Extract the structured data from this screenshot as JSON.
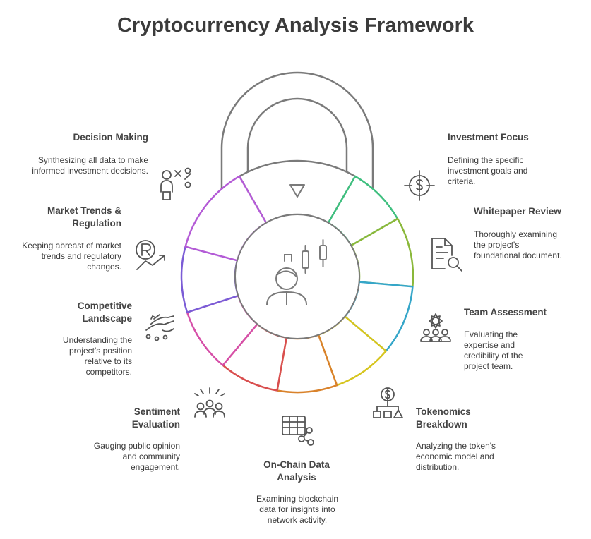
{
  "title": "Cryptocurrency Analysis Framework",
  "colors": {
    "outline": "#7a7a7a",
    "decision": "#b45bd6",
    "market": "#7b5cd6",
    "competitive": "#d64fa8",
    "sentiment": "#d94f4f",
    "onchain": "#d9822b",
    "tokenomics": "#d6c51f",
    "team": "#35a6c9",
    "whitepaper": "#8ab83a",
    "investment": "#3fbf7f"
  },
  "items": {
    "decision": {
      "title": "Decision Making",
      "desc": "Synthesizing all data to make informed investment decisions."
    },
    "market": {
      "title": "Market Trends & Regulation",
      "desc": "Keeping abreast of market trends and regulatory changes."
    },
    "competitive": {
      "title": "Competitive Landscape",
      "desc": "Understanding the project's position relative to its competitors."
    },
    "sentiment": {
      "title": "Sentiment Evaluation",
      "desc": "Gauging public opinion and community engagement."
    },
    "onchain": {
      "title": "On-Chain Data Analysis",
      "desc": "Examining blockchain data for insights into network activity."
    },
    "tokenomics": {
      "title": "Tokenomics Breakdown",
      "desc": "Analyzing the token's economic model and distribution."
    },
    "team": {
      "title": "Team Assessment",
      "desc": "Evaluating the expertise and credibility of the project team."
    },
    "whitepaper": {
      "title": "Whitepaper Review",
      "desc": "Thoroughly examining the project's foundational document."
    },
    "investment": {
      "title": "Investment Focus",
      "desc": "Defining the specific investment goals and criteria."
    }
  }
}
